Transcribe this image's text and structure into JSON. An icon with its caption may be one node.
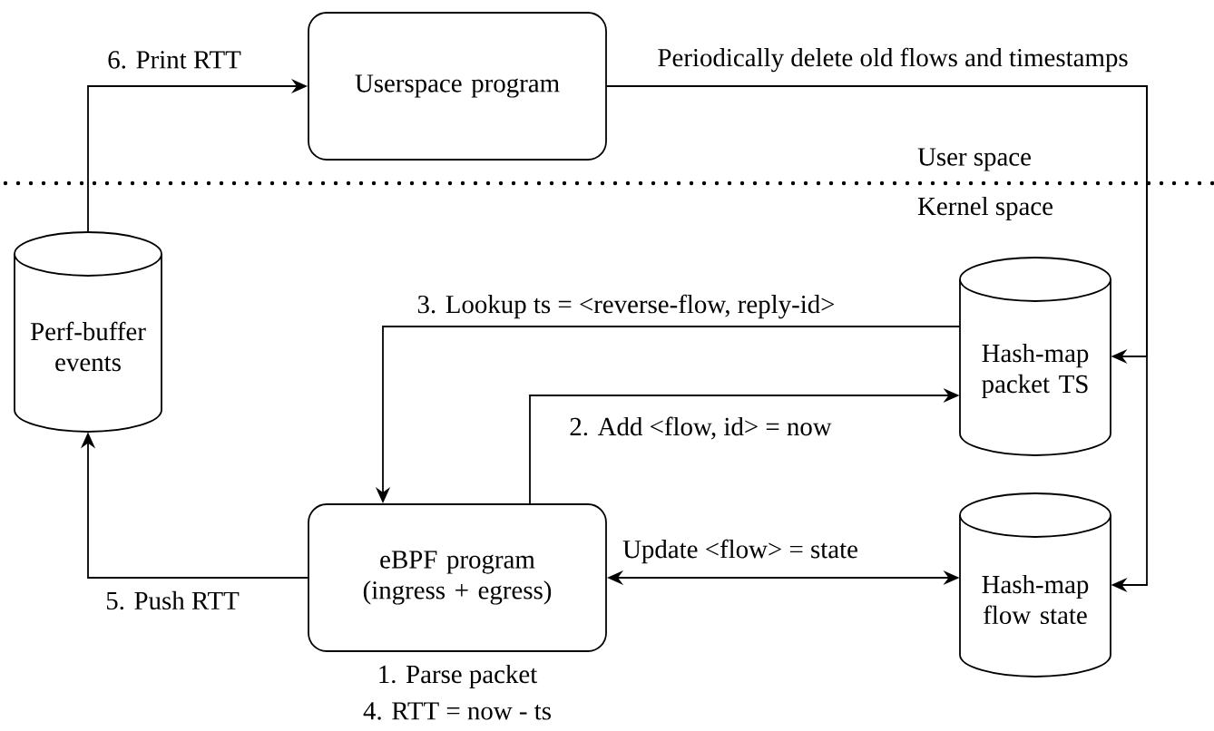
{
  "diagram": {
    "nodes": [
      {
        "text": [
          "Userspace program"
        ]
      },
      {
        "text": [
          "Perf-buffer events"
        ]
      },
      {
        "text": [
          "Hash-map packet TS"
        ]
      },
      {
        "text": [
          "eBPF program (ingress + egress)"
        ],
        "beside": [
          "1. Parse packet",
          "4. RTT = now - ts"
        ]
      },
      {
        "text": [
          "Hash-map flow state"
        ]
      }
    ],
    "edges": [
      {
        "from": 1,
        "to": 0,
        "arrow": "to",
        "label": "6. Print RTT"
      },
      {
        "from": 0,
        "to": 2,
        "arrow": "to",
        "label": "Periodically delete old flows and timestamps"
      },
      {
        "from": 0,
        "to": 4,
        "arrow": "to"
      },
      {
        "from": 2,
        "to": 3,
        "arrow": "to",
        "label": "3. Lookup ts = <reverse-flow, reply-id>"
      },
      {
        "from": 3,
        "to": 2,
        "arrow": "to",
        "label": "2. Add <flow, id> = now"
      },
      {
        "from": 3,
        "to": 4,
        "arrow": "both",
        "label": "Update <flow> = state"
      },
      {
        "from": 3,
        "to": 1,
        "arrow": "to",
        "label": "5. Push RTT"
      }
    ],
    "labels": [
      "User space",
      "Kernel space"
    ]
  }
}
